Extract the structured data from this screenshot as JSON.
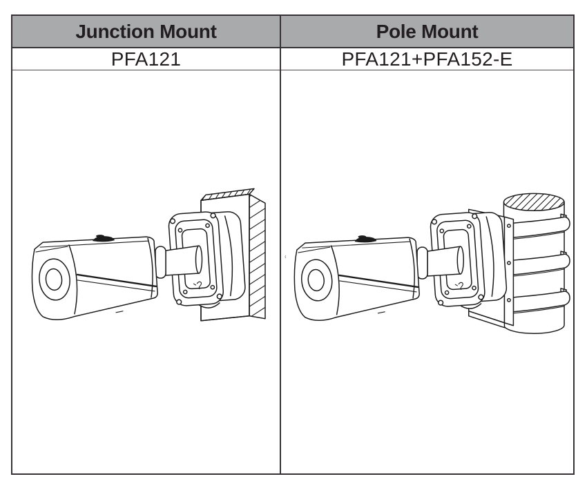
{
  "document": {
    "type": "camera-mount-accessory-comparison-table"
  },
  "table": {
    "columns": [
      {
        "header": "Junction Mount",
        "model": "PFA121",
        "illustration": "bullet-camera-on-junction-box-wall-mount"
      },
      {
        "header": "Pole Mount",
        "model": "PFA121+PFA152-E",
        "illustration": "bullet-camera-on-junction-box-pole-strap-mount"
      }
    ],
    "style": {
      "header_bg": "#a9aaac",
      "border_color": "#353134",
      "text_color": "#221e1f",
      "line_art_color": "#1b1b1b",
      "background": "#ffffff"
    }
  }
}
